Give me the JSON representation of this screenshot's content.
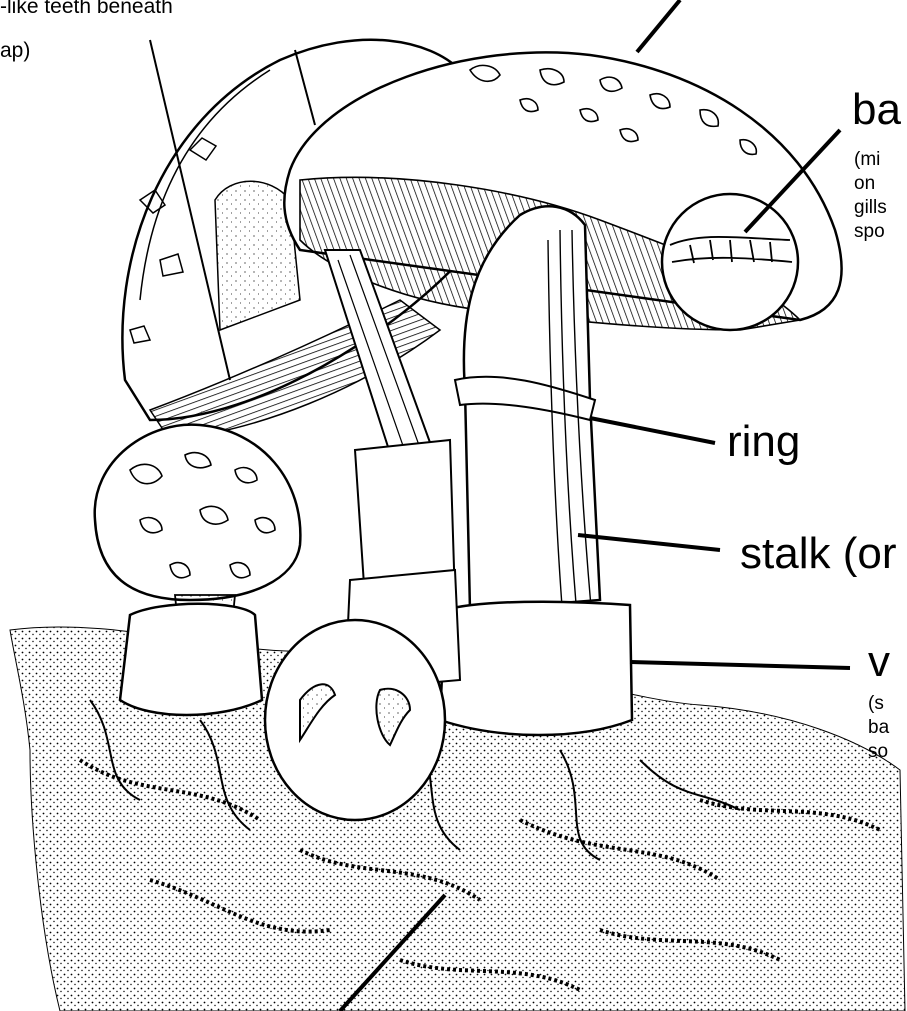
{
  "labels": {
    "teeth_line1": "-like teeth beneath",
    "teeth_line2": "ap)",
    "basidia_title": "ba",
    "basidia_desc": [
      "(mi",
      "on",
      "gills",
      "spo"
    ],
    "ring": "ring",
    "stalk": "stalk (or",
    "volva_title": "v",
    "volva_desc": [
      "(s",
      "ba",
      "so"
    ]
  },
  "colors": {
    "ink": "#000000",
    "paper": "#ffffff"
  }
}
